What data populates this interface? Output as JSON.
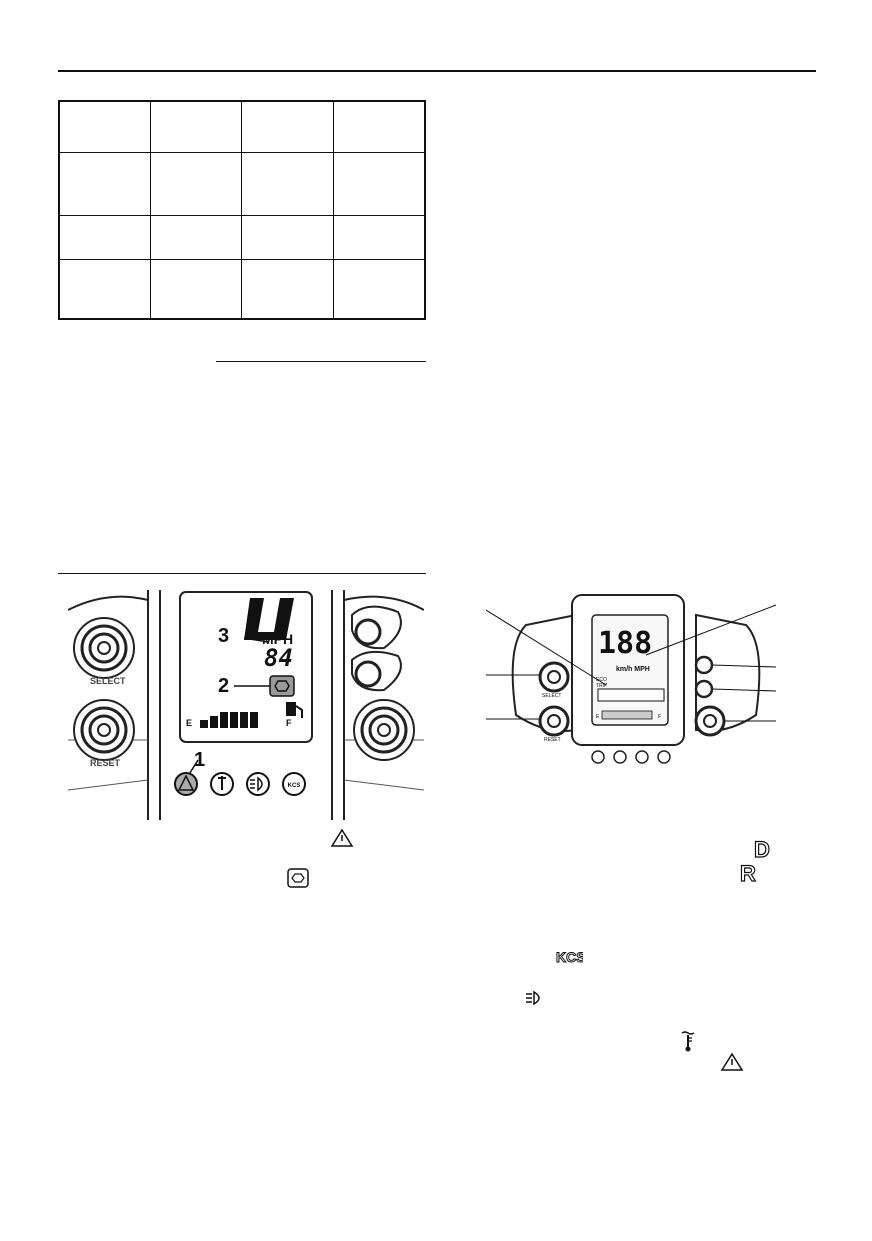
{
  "left_panel": {
    "buttons": {
      "select": "SELECT",
      "reset": "RESET"
    },
    "display": {
      "gear": "U",
      "speed_unit": "MPH",
      "speed": "84",
      "fuel_empty": "E",
      "fuel_full": "F",
      "fuel_level": 0.55
    },
    "callouts": {
      "one": "1",
      "two": "2",
      "three": "3"
    },
    "indicator_labels": {
      "kcs": "KCS"
    }
  },
  "right_panel": {
    "display": {
      "digits": "188",
      "units": "km/h MPH",
      "eco_label": "ECO",
      "trip_label": "TRIP",
      "fuel_empty": "E",
      "fuel_full": "F"
    },
    "buttons": {
      "select": "SELECT",
      "reset": "RESET"
    }
  },
  "inline_icons": {
    "kcs_label": "KCS",
    "drive": "D",
    "reverse": "R"
  }
}
